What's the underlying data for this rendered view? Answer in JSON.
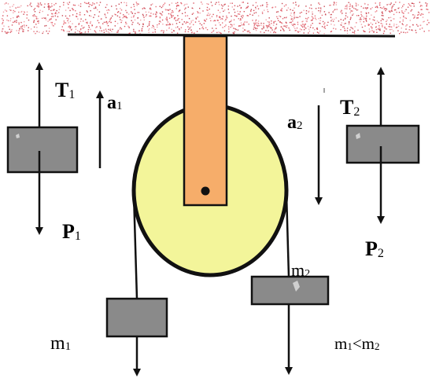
{
  "labels": {
    "tension_left": {
      "main": "T",
      "sub": "1"
    },
    "tension_right": {
      "main": "T",
      "sub": "2"
    },
    "accel_left": {
      "main": "a",
      "sub": "1"
    },
    "accel_right": {
      "main": "a",
      "sub": "2"
    },
    "weight_left": {
      "main": "P",
      "sub": "1"
    },
    "weight_right": {
      "main": "P",
      "sub": "2"
    },
    "mass_left": {
      "main": "m",
      "sub": "1"
    },
    "mass_right": {
      "main": "m",
      "sub": "2"
    },
    "condition": {
      "m1": "m",
      "s1": "1",
      "lt": "<m",
      "s2": "2"
    }
  },
  "colors": {
    "ceiling": "#e8707a",
    "pulley_fill": "#f3f59a",
    "bracket_fill": "#f6ad6a",
    "block_fill": "#8a8a8a",
    "stroke": "#111111"
  }
}
